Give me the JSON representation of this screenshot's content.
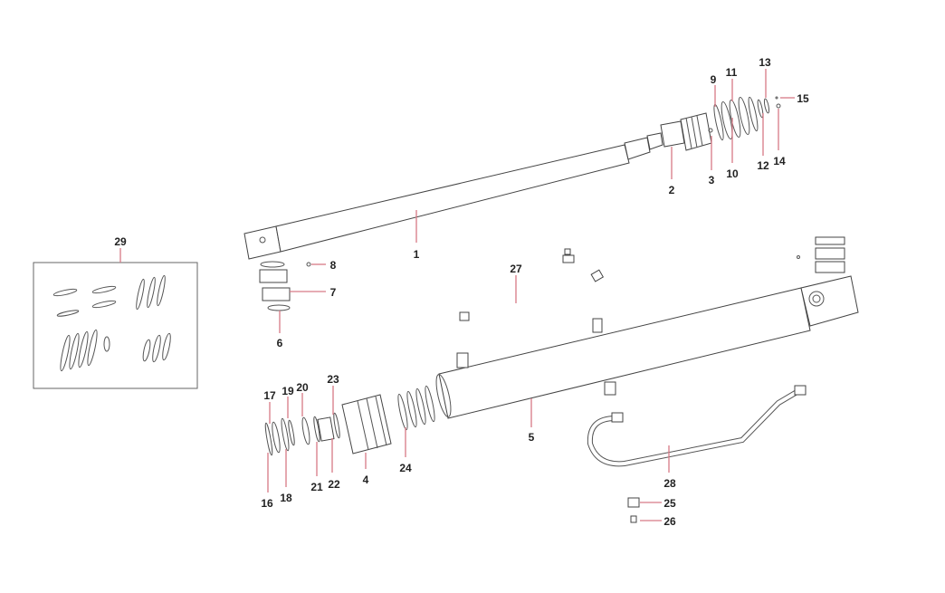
{
  "diagram": {
    "type": "exploded-parts-view",
    "callouts": {
      "c1": "1",
      "c2": "2",
      "c3": "3",
      "c4": "4",
      "c5": "5",
      "c6": "6",
      "c7": "7",
      "c8": "8",
      "c9": "9",
      "c10": "10",
      "c11": "11",
      "c12": "12",
      "c13": "13",
      "c14": "14",
      "c15": "15",
      "c16": "16",
      "c17": "17",
      "c18": "18",
      "c19": "19",
      "c20": "20",
      "c21": "21",
      "c22": "22",
      "c23": "23",
      "c24": "24",
      "c25": "25",
      "c26": "26",
      "c27": "27",
      "c28": "28",
      "c29": "29"
    },
    "leader_color": "#d77a86"
  }
}
